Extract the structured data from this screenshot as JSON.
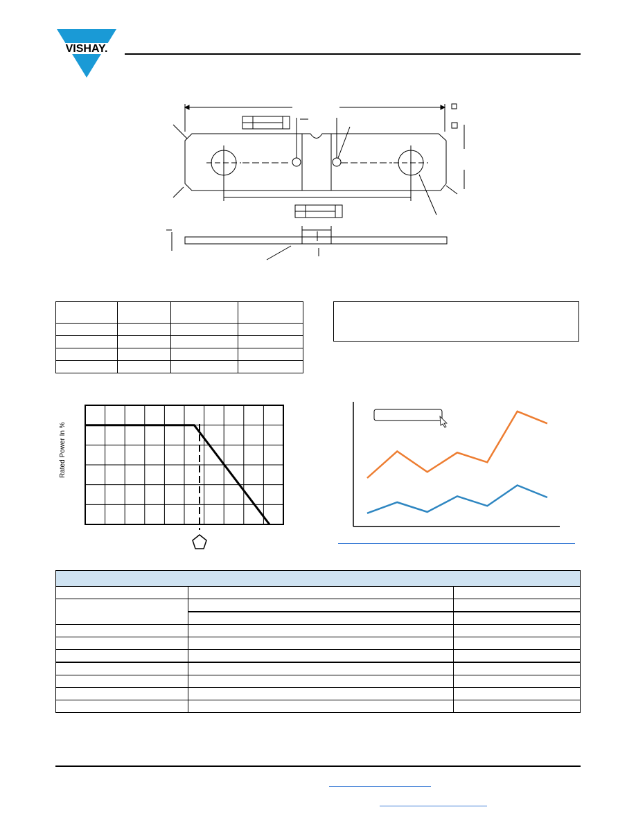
{
  "header": {
    "logo_text": "VISHAY.",
    "brand_color": "#1a9ad6"
  },
  "derating_chart": {
    "ylabel": "Rated Power In %"
  },
  "chart_data": [
    {
      "type": "line",
      "title": "",
      "xlabel": "",
      "ylabel": "Rated Power In %",
      "series": [
        {
          "x": [
            0,
            5.5,
            9.3
          ],
          "y": [
            5,
            5,
            0
          ]
        }
      ],
      "grid": true
    },
    {
      "type": "line",
      "title": "",
      "xlabel": "",
      "ylabel": "",
      "x": [
        1,
        2,
        3,
        4,
        5,
        6,
        7
      ],
      "series": [
        {
          "color": "#ed7d31",
          "values": [
            4.0,
            6.2,
            4.5,
            6.1,
            5.3,
            9.5,
            8.5
          ]
        },
        {
          "color": "#2e86c1",
          "values": [
            1.1,
            2.0,
            1.2,
            2.5,
            1.7,
            3.4,
            2.4
          ]
        }
      ],
      "grid": false
    }
  ],
  "colors": {
    "table_header_bg": "#cfe3f2",
    "link_color": "#3a7bd5"
  }
}
